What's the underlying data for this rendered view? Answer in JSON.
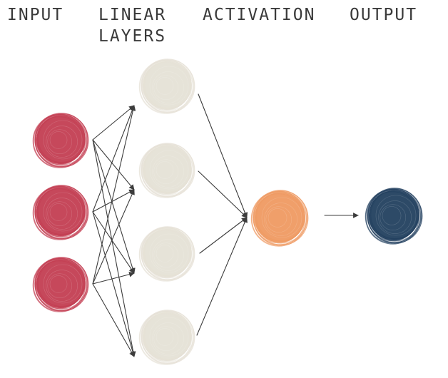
{
  "headers": {
    "input": "INPUT",
    "linear_line1": "LINEAR",
    "linear_line2": "LAYERS",
    "activation": "ACTIVATION",
    "output": "OUTPUT"
  },
  "colors": {
    "input_node": "#c33e52",
    "hidden_node": "#e5e1d6",
    "activation_node": "#ef9a62",
    "output_node": "#22405f",
    "edge": "#3c3c3c",
    "text": "#3a3a3a"
  },
  "layers": {
    "input": {
      "count": 3
    },
    "linear": {
      "count": 4
    },
    "activation": {
      "count": 1
    },
    "output": {
      "count": 1
    }
  }
}
